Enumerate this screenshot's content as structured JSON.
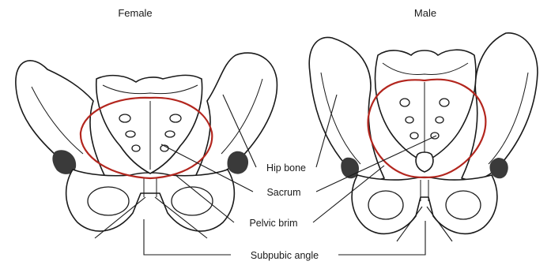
{
  "diagram": {
    "female_title": "Female",
    "male_title": "Male",
    "labels": {
      "hip_bone": "Hip bone",
      "sacrum": "Sacrum",
      "pelvic_brim": "Pelvic brim",
      "subpubic_angle": "Subpubic angle"
    },
    "colors": {
      "pelvic_brim_outline": "#b3261e",
      "line": "#1a1a1a",
      "background": "#ffffff"
    }
  }
}
